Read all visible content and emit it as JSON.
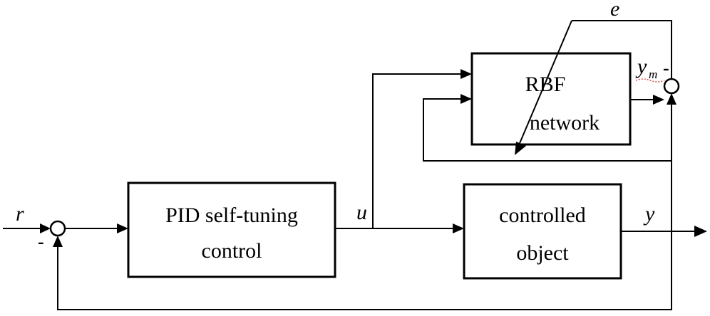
{
  "blocks": {
    "pid": {
      "line1": "PID self-tuning",
      "line2": "control"
    },
    "rbf": {
      "line1": "RBF",
      "line2": "network"
    },
    "plant": {
      "line1": "controlled",
      "line2": "object"
    }
  },
  "signals": {
    "reference": "r",
    "control": "u",
    "output": "y",
    "model_output": "y",
    "model_output_sub": "m",
    "error": "e"
  },
  "signs": {
    "feedback_minus": "-",
    "model_minus": "-"
  }
}
